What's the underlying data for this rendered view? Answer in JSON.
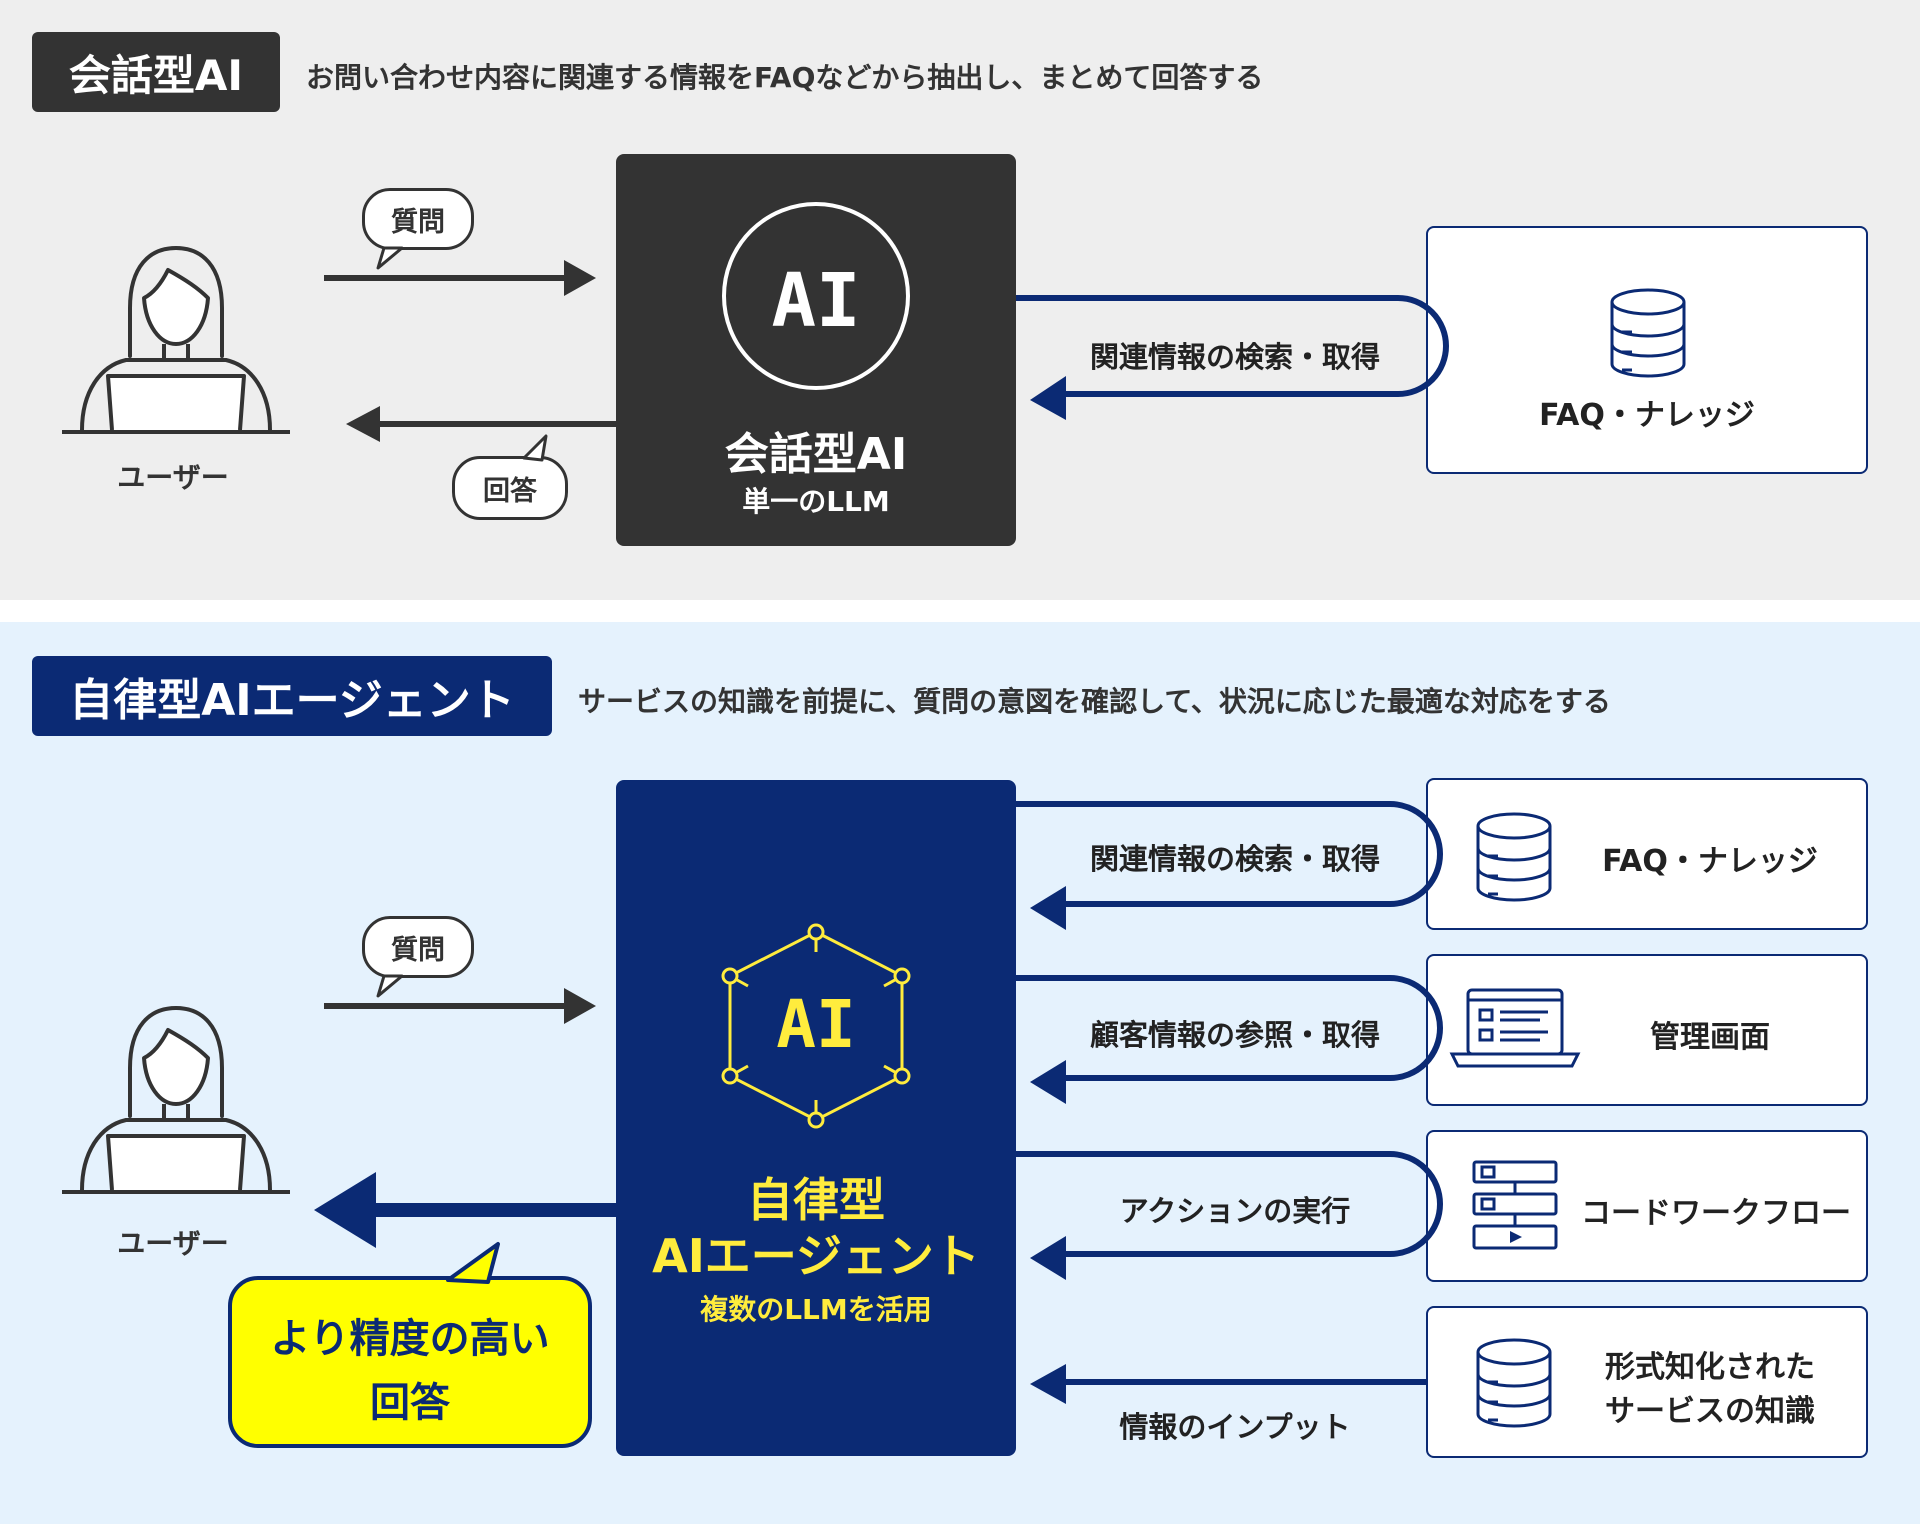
{
  "colors": {
    "top_bg": "#eeeeee",
    "bottom_bg": "#e5f2fd",
    "dark": "#333333",
    "navy": "#0b2a74",
    "yellow": "#ffff00",
    "ai_yellow": "#ffec3d"
  },
  "top": {
    "tag": "会話型AI",
    "description": "お問い合わせ内容に関連する情報をFAQなどから抽出し、まとめて回答する",
    "user_label": "ユーザー",
    "question_bubble": "質問",
    "answer_bubble": "回答",
    "core_logo": "AI",
    "core_title": "会話型AI",
    "core_subtitle": "単一のLLM",
    "link_label": "関連情報の検索・取得",
    "source_label": "FAQ・ナレッジ",
    "icons": [
      "user-icon",
      "database-icon"
    ]
  },
  "bottom": {
    "tag": "自律型AIエージェント",
    "description": "サービスの知識を前提に、質問の意図を確認して、状況に応じた最適な対応をする",
    "user_label": "ユーザー",
    "question_bubble": "質問",
    "answer_bubble_line1": "より精度の高い",
    "answer_bubble_line2": "回答",
    "core_logo": "AI",
    "core_title_line1": "自律型",
    "core_title_line2": "AIエージェント",
    "core_subtitle": "複数のLLMを活用",
    "links": [
      {
        "label": "関連情報の検索・取得",
        "source": "FAQ・ナレッジ",
        "icon": "database-icon"
      },
      {
        "label": "顧客情報の参照・取得",
        "source": "管理画面",
        "icon": "laptop-icon"
      },
      {
        "label": "アクションの実行",
        "source": "コードワークフロー",
        "icon": "workflow-icon"
      },
      {
        "label": "情報のインプット",
        "source_line1": "形式知化された",
        "source_line2": "サービスの知識",
        "icon": "database-icon"
      }
    ]
  }
}
